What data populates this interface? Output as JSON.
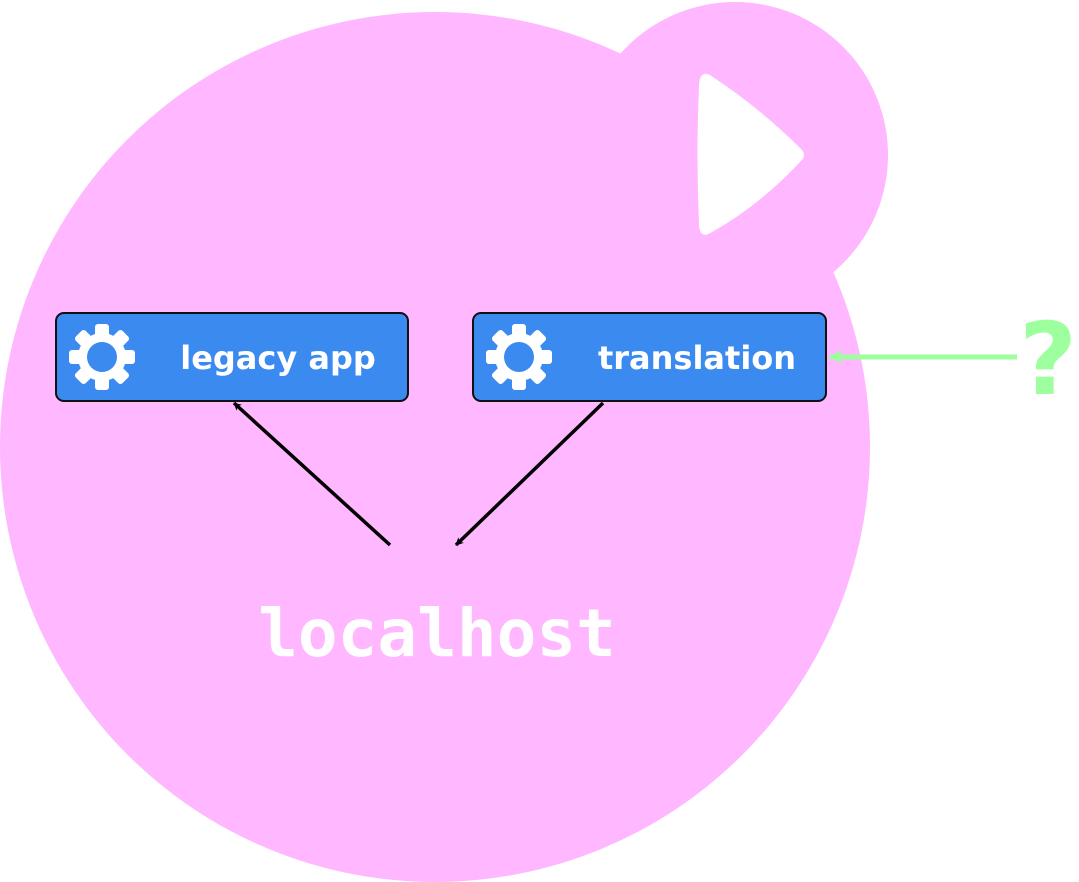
{
  "colors": {
    "host_fill": "#ffb7ff",
    "box_fill": "#3a8af0",
    "box_stroke": "#111111",
    "label": "#ffffff",
    "arrow": "#000000",
    "external": "#9dff9d"
  },
  "host": {
    "label": "localhost",
    "icon": "play-bubble-icon"
  },
  "services": [
    {
      "label": "legacy app",
      "icon": "gear-icon"
    },
    {
      "label": "translation",
      "icon": "gear-icon"
    }
  ],
  "external": {
    "label": "?"
  }
}
